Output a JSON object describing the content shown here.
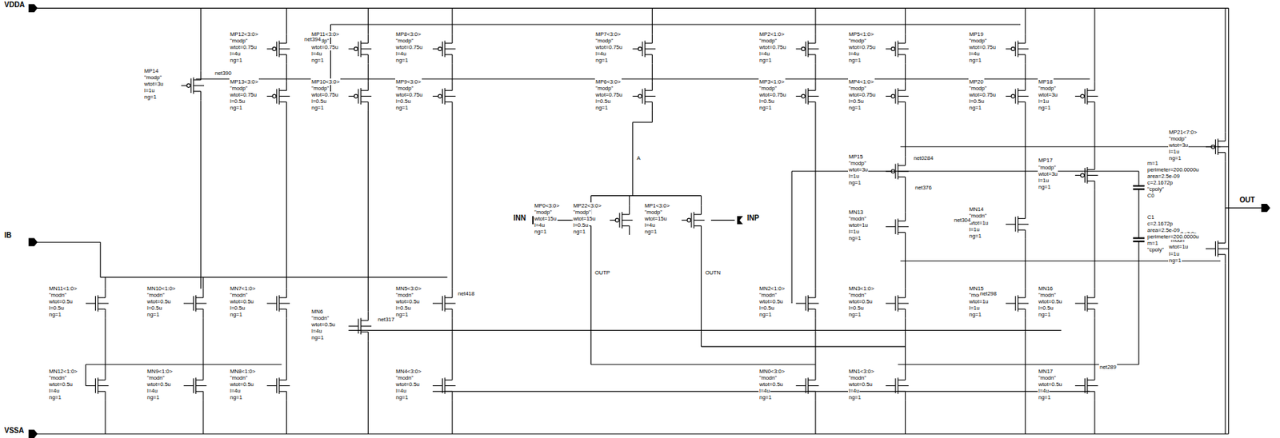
{
  "diagram": {
    "labels": [
      "VDDA",
      "VSSA",
      "IB",
      "INN",
      "INP",
      "OUT",
      "OUTP",
      "OUTN",
      "A",
      "MP14",
      "\"modp\"",
      "wtot=3u",
      "l=1u",
      "ng=1",
      "MP12<3:0>",
      "\"modp\"",
      "wtot=0.75u",
      "l=4u",
      "ng=1",
      "MP13<3:0>",
      "\"modp\"",
      "wtot=0.75u",
      "l=0.5u",
      "ng=1",
      "MP11<3:0>",
      "\"modp\"",
      "wtot=0.75u",
      "l=4u",
      "ng=1",
      "MP10<3:0>",
      "\"modp\"",
      "wtot=0.75u",
      "l=0.5u",
      "ng=1",
      "MP8<3:0>",
      "\"modp\"",
      "wtot=0.75u",
      "l=4u",
      "ng=1",
      "MP9<3:0>",
      "\"modp\"",
      "wtot=0.75u",
      "l=0.5u",
      "ng=1",
      "MP7<3:0>",
      "\"modp\"",
      "wtot=0.75u",
      "l=4u",
      "ng=1",
      "MP6<3:0>",
      "\"modp\"",
      "wtot=0.75u",
      "l=0.5u",
      "ng=1",
      "MP2<1:0>",
      "\"modp\"",
      "wtot=0.75u",
      "l=4u",
      "ng=1",
      "MP3<1:0>",
      "\"modp\"",
      "wtot=0.75u",
      "l=0.5u",
      "ng=1",
      "MP5<1:0>",
      "\"modp\"",
      "wtot=0.75u",
      "l=4u",
      "ng=1",
      "MP4<1:0>",
      "\"modp\"",
      "wtot=0.75u",
      "l=0.5u",
      "ng=1",
      "MP19",
      "\"modp\"",
      "wtot=0.75u",
      "l=4u",
      "ng=1",
      "MP20",
      "\"modp\"",
      "wtot=0.75u",
      "l=0.5u",
      "ng=1",
      "MP18",
      "\"modp\"",
      "wtot=3u",
      "l=1u",
      "ng=1",
      "MP15",
      "\"modp\"",
      "wtot=3u",
      "l=1u",
      "ng=1",
      "MP17",
      "\"modp\"",
      "wtot=3u",
      "l=1u",
      "ng=1",
      "MP21<7:0>",
      "\"modp\"",
      "wtot=3u",
      "l=1u",
      "ng=1",
      "MP0<3:0>",
      "\"modp\"",
      "wtot=15u",
      "l=4u",
      "ng=1",
      "MP22<3:0>",
      "\"modp\"",
      "wtot=15u",
      "l=0.5u",
      "ng=1",
      "MP1<3:0>",
      "\"modp\"",
      "wtot=15u",
      "l=4u",
      "ng=1",
      "MN13",
      "\"modn\"",
      "wtot=1u",
      "l=1u",
      "ng=1",
      "MN14",
      "\"modn\"",
      "wtot=1u",
      "l=1u",
      "ng=1",
      "MN18<7:0>",
      "\"modn\"",
      "wtot=1u",
      "l=1u",
      "ng=1",
      "MN11<1:0>",
      "\"modn\"",
      "wtot=0.5u",
      "l=0.5u",
      "ng=1",
      "MN10<1:0>",
      "\"modn\"",
      "wtot=0.5u",
      "l=0.5u",
      "ng=1",
      "MN7<1:0>",
      "\"modn\"",
      "wtot=0.5u",
      "l=0.5u",
      "ng=1",
      "MN6",
      "\"modn\"",
      "wtot=0.5u",
      "l=4u",
      "ng=1",
      "MN5<3:0>",
      "\"modn\"",
      "wtot=0.5u",
      "l=0.5u",
      "ng=1",
      "MN2<1:0>",
      "\"modn\"",
      "wtot=0.5u",
      "l=0.5u",
      "ng=1",
      "MN3<1:0>",
      "\"modn\"",
      "wtot=0.5u",
      "l=0.5u",
      "ng=1",
      "MN15",
      "\"modn\"",
      "wtot=1u",
      "l=1u",
      "ng=1",
      "MN16",
      "\"modn\"",
      "wtot=0.5u",
      "l=0.5u",
      "ng=1",
      "MN12<1:0>",
      "\"modn\"",
      "wtot=0.5u",
      "l=4u",
      "ng=1",
      "MN9<1:0>",
      "\"modn\"",
      "wtot=0.5u",
      "l=4u",
      "ng=1",
      "MN8<1:0>",
      "\"modn\"",
      "wtot=0.5u",
      "l=4u",
      "ng=1",
      "MN4<3:0>",
      "\"modn\"",
      "wtot=0.5u",
      "l=4u",
      "ng=1",
      "MN0<3:0>",
      "\"modn\"",
      "wtot=0.5u",
      "l=4u",
      "ng=1",
      "MN1<3:0>",
      "\"modn\"",
      "wtot=0.5u",
      "l=4u",
      "ng=1",
      "MN17",
      "\"modn\"",
      "wtot=0.5u",
      "l=4u",
      "ng=1",
      "m=1",
      "perimeter=200.0000u",
      "area=2.5e-09",
      "c=2.1672p",
      "\"cpoly\"",
      "C0",
      "C1",
      "c=2.1672p",
      "area=2.5e-09",
      "perimeter=200.0000u",
      "m=1",
      "\"cpoly\"",
      "net390",
      "net394",
      "net317",
      "net418",
      "net0284",
      "net376",
      "net304",
      "net298",
      "net289"
    ]
  }
}
